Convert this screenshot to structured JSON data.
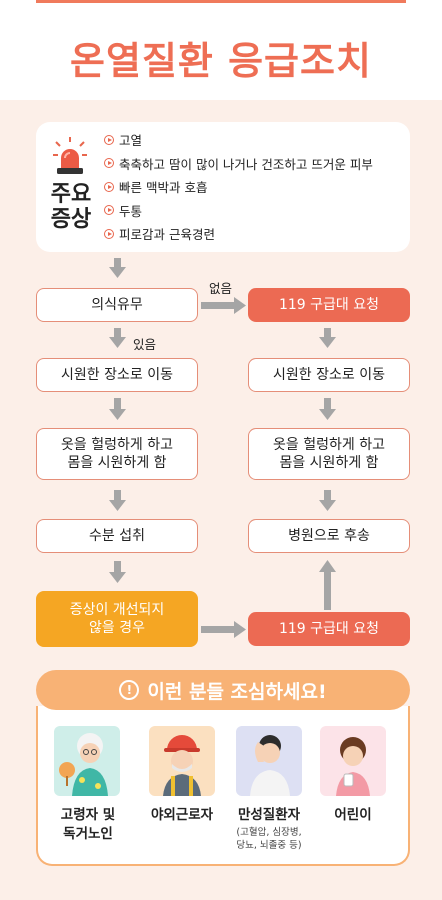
{
  "title": "온열질환 응급조치",
  "symptoms": {
    "label_line1": "주요",
    "label_line2": "증상",
    "items": [
      "고열",
      "축축하고 땀이 많이 나거나 건조하고 뜨거운 피부",
      "빠른 맥박과 호흡",
      "두통",
      "피로감과 근육경련"
    ]
  },
  "flow": {
    "consciousness": "의식유무",
    "absent_label": "없음",
    "present_label": "있음",
    "call_119": "119 구급대 요청",
    "move_cool_left": "시원한 장소로 이동",
    "move_cool_right": "시원한 장소로 이동",
    "loosen_left": [
      "옷을 헐렁하게 하고",
      "몸을 시원하게 함"
    ],
    "loosen_right": [
      "옷을 헐렁하게 하고",
      "몸을 시원하게 함"
    ],
    "hydrate": "수분 섭취",
    "hospital": "병원으로 후송",
    "not_improved": [
      "증상이 개선되지",
      "않을 경우"
    ],
    "call_119_bottom": "119 구급대 요청"
  },
  "caution": {
    "banner": "이런 분들 조심하세요!",
    "groups": [
      {
        "name": [
          "고령자 및",
          "독거노인"
        ],
        "icon": "elderly-person-icon"
      },
      {
        "name": [
          "야외근로자"
        ],
        "icon": "outdoor-worker-icon"
      },
      {
        "name": [
          "만성질환자"
        ],
        "sub": [
          "(고혈압, 심장병,",
          "당뇨, 뇌졸중 등)"
        ],
        "icon": "chronic-patient-icon"
      },
      {
        "name": [
          "어린이"
        ],
        "icon": "child-icon"
      }
    ]
  },
  "colors": {
    "accent": "#ee6e54",
    "box_red": "#ec6a53",
    "box_orange": "#f5a623",
    "banner": "#f8b275",
    "panel": "#fcefe8"
  }
}
